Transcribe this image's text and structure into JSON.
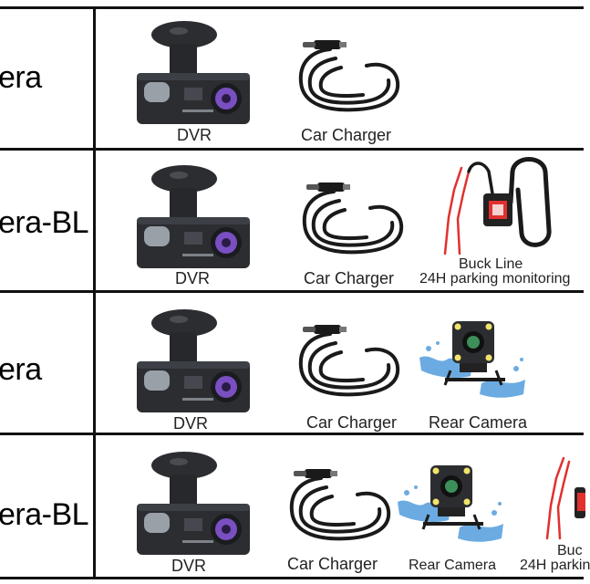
{
  "rows": [
    {
      "model": "era",
      "items": [
        {
          "label": "DVR",
          "icon": "dvr-icon"
        },
        {
          "label": "Car Charger",
          "icon": "car-charger-icon"
        }
      ]
    },
    {
      "model": "era-BL",
      "items": [
        {
          "label": "DVR",
          "icon": "dvr-icon"
        },
        {
          "label": "Car Charger",
          "icon": "car-charger-icon"
        },
        {
          "label": "Buck Line",
          "sublabel": "24H parking monitoring",
          "icon": "buck-line-icon"
        }
      ]
    },
    {
      "model": "era",
      "items": [
        {
          "label": "DVR",
          "icon": "dvr-icon"
        },
        {
          "label": "Car Charger",
          "icon": "car-charger-icon"
        },
        {
          "label": "Rear Camera",
          "icon": "rear-camera-icon"
        }
      ]
    },
    {
      "model": "era-BL",
      "items": [
        {
          "label": "DVR",
          "icon": "dvr-icon"
        },
        {
          "label": "Car Charger",
          "icon": "car-charger-icon"
        },
        {
          "label": "Rear Camera",
          "icon": "rear-camera-icon"
        },
        {
          "label": "Buc",
          "sublabel": "24H parkin",
          "icon": "buck-line-icon"
        }
      ]
    }
  ],
  "colors": {
    "grid": "#111111",
    "device_body": "#2b2d31",
    "lens_purple": "#7a4fc2",
    "cable": "#1a1a1a",
    "wire_red": "#e0312f",
    "splash_blue": "#3a8fd9"
  }
}
